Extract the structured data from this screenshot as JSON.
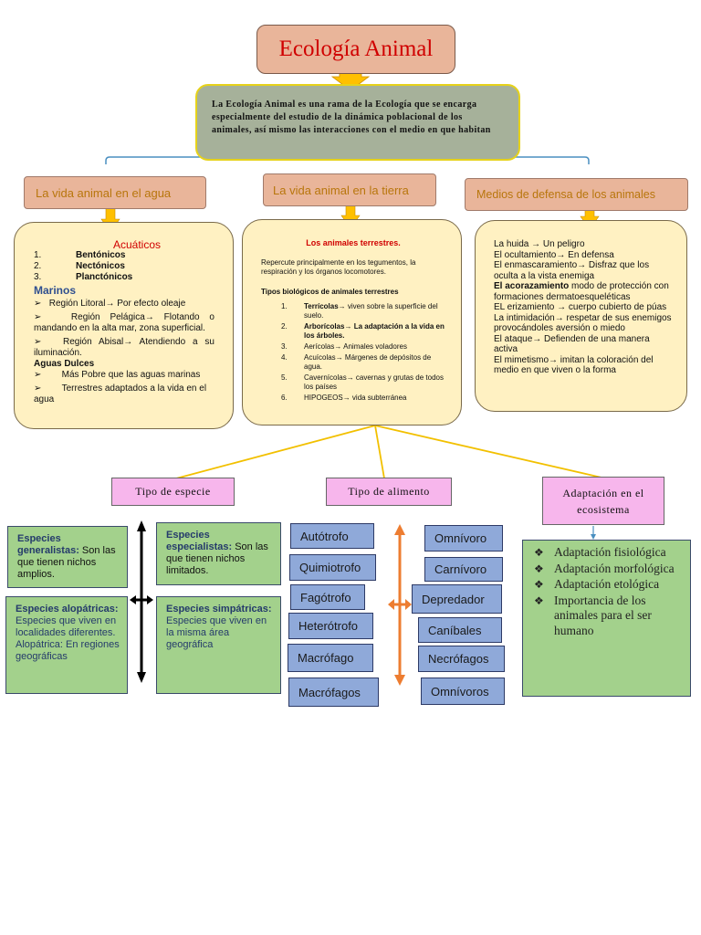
{
  "title": "Ecología Animal",
  "intro": "La Ecología Animal es una rama de la Ecología que se encarga especialmente del estudio de la dinámica poblacional de los animales, así mismo las interacciones con el medio en que habitan",
  "categories": {
    "agua": "La vida animal en el agua",
    "tierra": "La vida animal en la tierra",
    "defensa": "Medios de defensa de los animales"
  },
  "agua_box": {
    "title": "Acuáticos",
    "numbered": [
      {
        "n": "1.",
        "text": "Bentónicos"
      },
      {
        "n": "2.",
        "text": "Nectónicos"
      },
      {
        "n": "3.",
        "text": "Planctónicos"
      }
    ],
    "marinos_heading": "Marinos",
    "marinos": [
      "Región Litoral→ Por efecto oleaje",
      "Región Pelágica→ Flotando o mandando en la alta mar, zona superficial.",
      "Región Abisal→ Atendiendo a su iluminación."
    ],
    "dulces_heading": "Aguas Dulces",
    "dulces": [
      "Más Pobre que las aguas marinas",
      "Terrestres adaptados a la vida en el agua"
    ],
    "bullet": "➢"
  },
  "tierra_box": {
    "title": "Los animales terrestres.",
    "para": "Repercute principalmente en los tegumentos, la respiración y los órganos locomotores.",
    "list_heading": "Tipos biológicos de animales terrestres",
    "items": [
      {
        "n": "1.",
        "term": "Terrícolas",
        "rest": "→ viven sobre la superficie del suelo."
      },
      {
        "n": "2.",
        "term": "Arborícolas",
        "rest": "→ La adaptación a la vida en los árboles."
      },
      {
        "n": "3.",
        "term": "Aerícolas",
        "rest": "→ Animales voladores"
      },
      {
        "n": "4.",
        "term": "Acuícolas",
        "rest": "→ Márgenes de depósitos de agua."
      },
      {
        "n": "5.",
        "term": "Cavernícolas",
        "rest": "→ cavernas y grutas de todos los países"
      },
      {
        "n": "6.",
        "term": "HIPOGEOS",
        "rest": "→ vida subterránea"
      }
    ]
  },
  "defensa_box": {
    "items": [
      {
        "term": "La huida",
        "rest": " → Un peligro"
      },
      {
        "term": "El ocultamiento",
        "rest": "→ En defensa"
      },
      {
        "term": "El enmascaramiento",
        "rest": "→ Disfraz que los oculta a la vista enemiga"
      },
      {
        "term": "El acorazamiento",
        "rest": " modo de protección con formaciones dermatoesqueléticas"
      },
      {
        "term": "EL erizamiento",
        "rest": " → cuerpo cubierto de púas"
      },
      {
        "term": "La intimidación",
        "rest": "→ respetar de sus enemigos provocándoles aversión o miedo"
      },
      {
        "term": "El ataque",
        "rest": "→ Defienden de una manera activa"
      },
      {
        "term": "El mimetismo",
        "rest": "→ imitan la coloración del medio en que viven o la forma"
      }
    ]
  },
  "pink": {
    "especie": "Tipo de especie",
    "alimento": "Tipo de alimento",
    "adaptacion": "Adaptación en el ecosistema"
  },
  "especies": {
    "generalistas": {
      "title": "Especies generalistas:",
      "text": " Son las que tienen nichos amplios."
    },
    "especialistas": {
      "title": "Especies especialistas:",
      "text": " Son las que tienen nichos limitados."
    },
    "alopatricas": {
      "title": "Especies alopátricas:",
      "text": "Especies que viven en localidades diferentes. Alopátrica: En regiones geográficas"
    },
    "simpatricas": {
      "title": "Especies simpátricas:",
      "text": "Especies que viven en la misma área geográfica"
    }
  },
  "alimento_left": [
    "Autótrofo",
    "Quimiotrofo",
    "Fagótrofo",
    "Heterótrofo",
    "Macrófago",
    "Macrófagos"
  ],
  "alimento_right": [
    "Omnívoro",
    "Carnívoro",
    "Depredador",
    "Caníbales",
    "Necrófagos",
    "Omnívoros"
  ],
  "adaptaciones": {
    "bullet": "❖",
    "items": [
      "Adaptación fisiológica",
      "Adaptación morfológica",
      "Adaptación etológica",
      "Importancia de los animales para el ser humano"
    ]
  },
  "colors": {
    "title_red": "#d00000",
    "salmon": "#e9b59a",
    "intro_gray": "#a6b19a",
    "yellow": "#fff1c2",
    "pink": "#f7b6ec",
    "green": "#a3d18c",
    "blue": "#8fa9d9",
    "arrow_yellow": "#ffc000",
    "arrow_orange": "#ed7d31"
  }
}
